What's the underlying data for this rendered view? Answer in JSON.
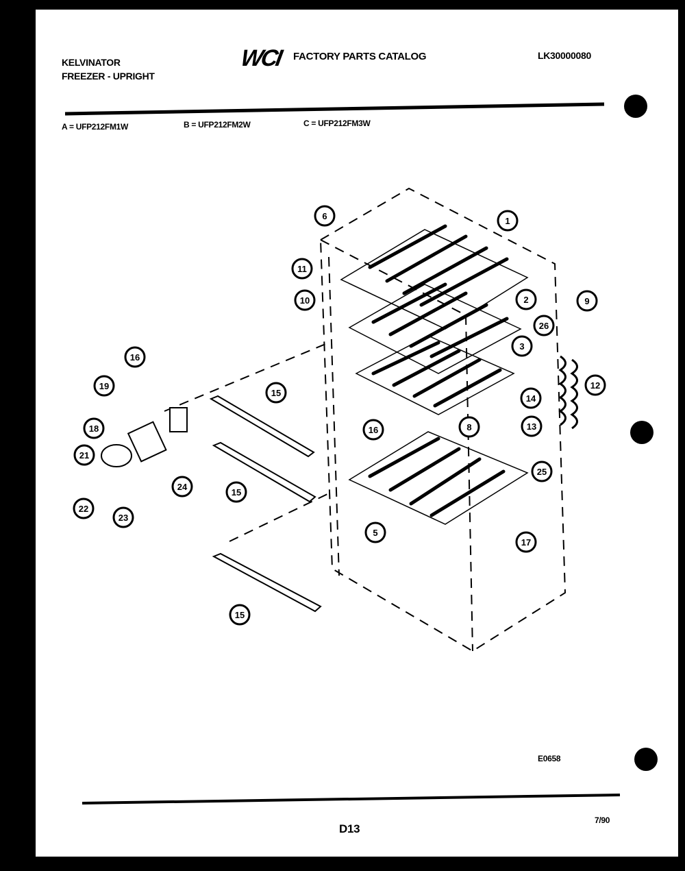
{
  "header": {
    "brand": "KELVINATOR",
    "product": "FREEZER - UPRIGHT",
    "logo": "WCI",
    "catalog_title": "FACTORY PARTS CATALOG",
    "catalog_number": "LK30000080"
  },
  "models": [
    "A = UFP212FM1W",
    "B = UFP212FM2W",
    "C = UFP212FM3W"
  ],
  "diagram": {
    "callouts": [
      "1",
      "2",
      "3",
      "5",
      "6",
      "8",
      "9",
      "10",
      "11",
      "12",
      "13",
      "14",
      "15",
      "15",
      "15",
      "16",
      "16",
      "17",
      "18",
      "19",
      "21",
      "22",
      "23",
      "24",
      "25",
      "26"
    ],
    "drawing_number": "E0658"
  },
  "footer": {
    "page": "D13",
    "date": "7/90"
  }
}
